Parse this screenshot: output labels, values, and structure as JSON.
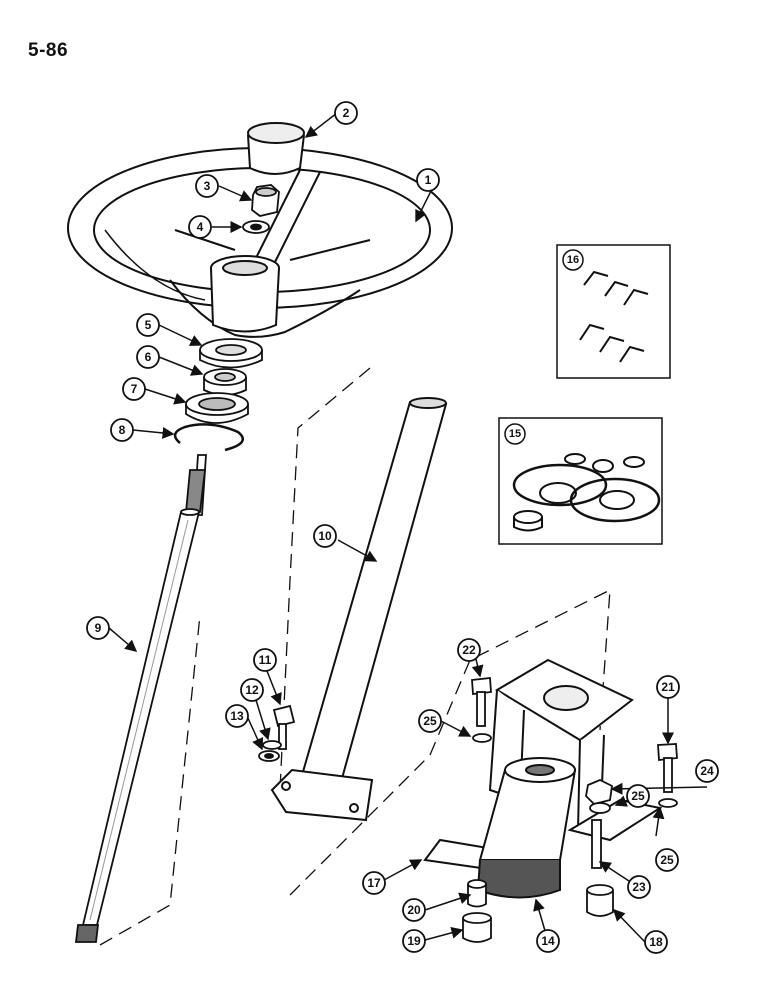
{
  "page": {
    "number": "5-86"
  },
  "diagram": {
    "callouts": {
      "c1": "1",
      "c2": "2",
      "c3": "3",
      "c4": "4",
      "c5": "5",
      "c6": "6",
      "c7": "7",
      "c8": "8",
      "c9": "9",
      "c10": "10",
      "c11": "11",
      "c12": "12",
      "c13": "13",
      "c14": "14",
      "c17": "17",
      "c18": "18",
      "c19": "19",
      "c20": "20",
      "c21": "21",
      "c22": "22",
      "c23": "23",
      "c24": "24",
      "c25a": "25",
      "c25b": "25",
      "c25c": "25"
    },
    "kits": {
      "k16": "16",
      "k15": "15"
    }
  }
}
